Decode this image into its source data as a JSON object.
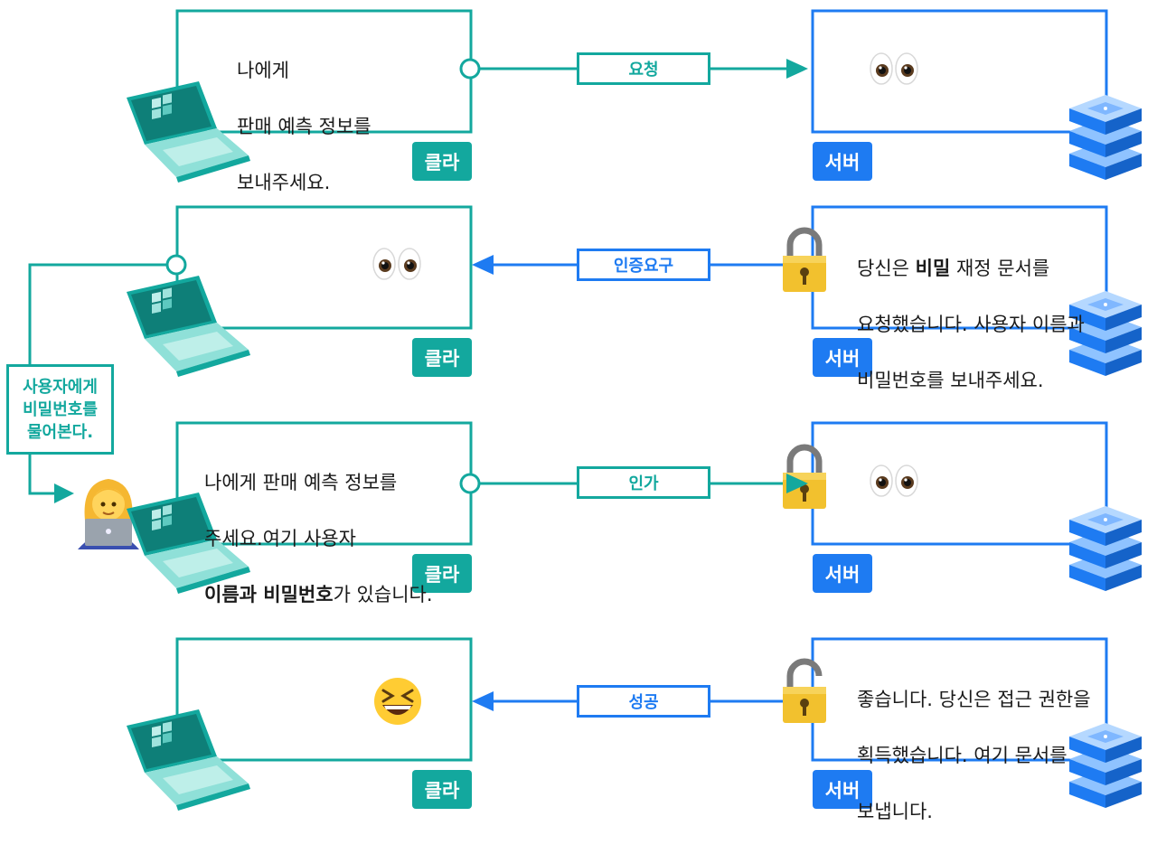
{
  "labels": {
    "client": "클라",
    "server": "서버"
  },
  "arrows": {
    "request": "요청",
    "auth_required": "인증요구",
    "authorization": "인가",
    "success": "성공"
  },
  "side_note": {
    "line1": "사용자에게",
    "line2": "비밀번호를",
    "line3": "물어본다."
  },
  "row1": {
    "client_line1": "나에게",
    "client_line2": "판매 예측 정보를",
    "client_line3": "보내주세요."
  },
  "row2": {
    "server_line1_pre": "당신은 ",
    "server_line1_bold": "비밀",
    "server_line1_post": " 재정 문서를",
    "server_line2": "요청했습니다. 사용자 이름과",
    "server_line3": "비밀번호를 보내주세요."
  },
  "row3": {
    "client_line1": "나에게 판매 예측 정보를",
    "client_line2": "주세요.여기 사용자",
    "client_line3_bold": "이름과 비밀번호",
    "client_line3_post": "가 있습니다."
  },
  "row4": {
    "server_line1": "좋습니다. 당신은 접근 권한을",
    "server_line2": "획득했습니다. 여기 문서를",
    "server_line3": "보냅니다."
  },
  "colors": {
    "client": "#13a89e",
    "server": "#1e7bf2",
    "lock": "#f2c12e"
  },
  "icons": [
    "laptop-icon",
    "server-stack-icon",
    "eyes-icon",
    "lock-icon",
    "unlocked-lock-icon",
    "woman-technologist-icon",
    "grinning-squinting-face-icon"
  ]
}
